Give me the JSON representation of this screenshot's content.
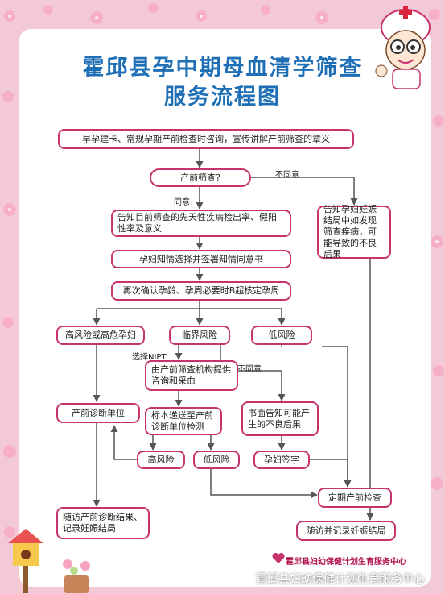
{
  "title": {
    "line1": "霍邱县孕中期母血清学筛查",
    "line2": "服务流程图"
  },
  "nodes": {
    "start": "早孕建卡、常规孕期产前检查时咨询，宣传讲解产前筛查的章义",
    "decision": "产前筛查?",
    "inform_rates": "告知目前筛查的先天性疾病检出率、假阳性率及意义",
    "consent": "孕妇知情选择并签署知情同意书",
    "confirm": "再次确认孕龄、孕周必要时B超核定孕周",
    "high_risk": "高风险或高危孕妇",
    "borderline": "临界风险",
    "low_risk": "低风险",
    "sampling": "由产前筛查机构提供咨询和采血",
    "send_sample": "标本递送至产前诊断单位检测",
    "written_notice": "书面告知可能产生的不良后果",
    "diag_unit": "产前诊断单位",
    "result_high": "高风险",
    "result_low": "低风险",
    "sign": "孕妇签字",
    "regular_check": "定期产前检查",
    "followup_diag": "随访产前诊断结果、记录妊娠结局",
    "followup_record": "随访并记录妊娠结局",
    "refuse_notice": "告知孕妇妊娠结局中如发现筛查疾病，可能导致的不良后果"
  },
  "labels": {
    "agree": "同意",
    "disagree": "不同意",
    "choose_nipt": "选择NIPT",
    "disagree2": "不同意"
  },
  "footer": "霍邱县妇幼保健计划生育服务中心",
  "watermark": "霍邱县妇幼保健计划生育服务中心",
  "colors": {
    "title": "#1e6fb5",
    "border": "#c8336f",
    "background": "#f3c9d8"
  }
}
